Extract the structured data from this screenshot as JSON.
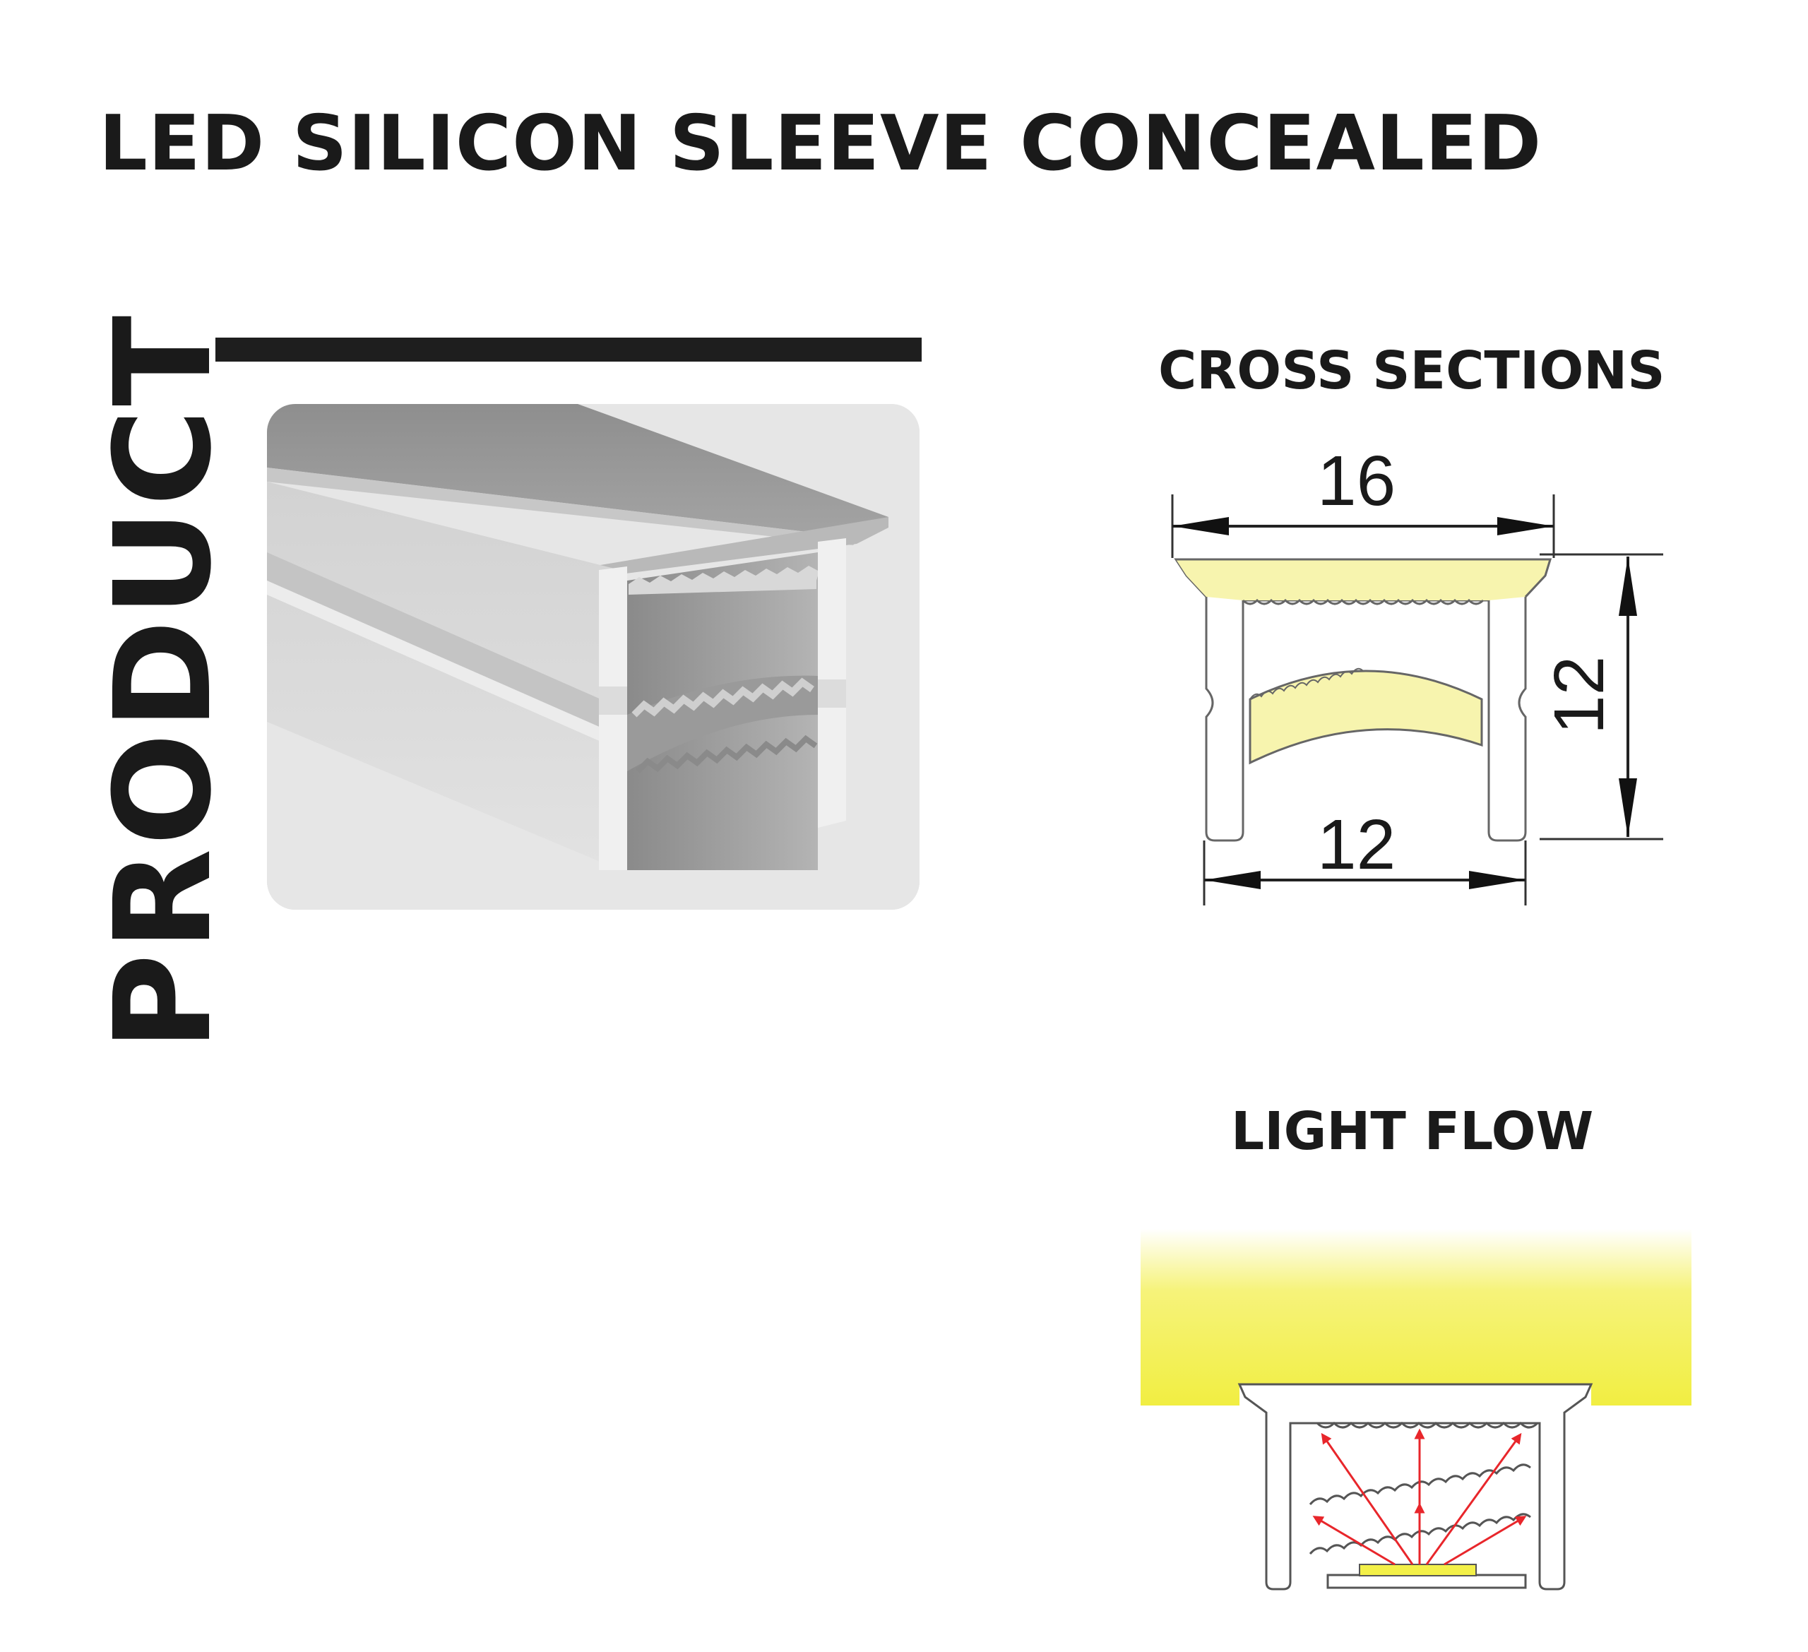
{
  "document": {
    "title": "LED SILICON SLEEVE CONCEALED",
    "side_label": "PRODUCT"
  },
  "cross_sections": {
    "heading": "CROSS SECTIONS",
    "dim_top_width": "16",
    "dim_height": "12",
    "dim_bottom_width": "12"
  },
  "light_flow": {
    "heading": "LIGHT FLOW"
  },
  "colors": {
    "text": "#1a1a1a",
    "glow_yellow": "#f3f048",
    "diffuser_yellow": "#f7f4ae",
    "arrow_red": "#e8262b",
    "profile_grey": "#9c9c9c",
    "card_bg": "#e6e6e6"
  },
  "icons": [
    "product-render-image",
    "cross-section-diagram",
    "light-flow-diagram"
  ]
}
